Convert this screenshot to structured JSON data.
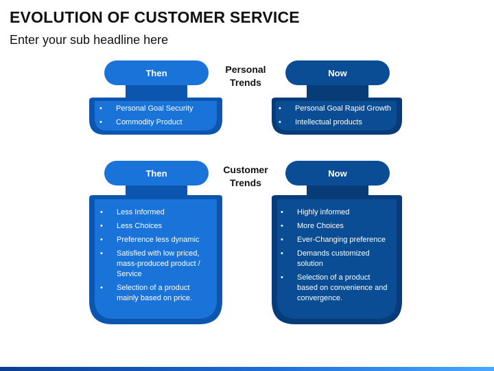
{
  "header": {
    "title": "EVOLUTION OF CUSTOMER SERVICE",
    "subtitle": "Enter your sub headline here"
  },
  "colors": {
    "then_fill": "#1a73d9",
    "then_edge": "#0d56b0",
    "now_fill": "#0a4d94",
    "now_edge": "#083c78",
    "footer": "#1e6fd9"
  },
  "sections": [
    {
      "label": "Personal Trends",
      "then": {
        "heading": "Then",
        "items": [
          "Personal Goal Security",
          "Commodity Product"
        ]
      },
      "now": {
        "heading": "Now",
        "items": [
          "Personal Goal Rapid Growth",
          "Intellectual products"
        ]
      }
    },
    {
      "label": "Customer Trends",
      "then": {
        "heading": "Then",
        "items": [
          "Less Informed",
          "Less Choices",
          "Preference less dynamic",
          "Satisfied with low priced, mass-produced product / Service",
          "Selection of a product mainly based on price."
        ]
      },
      "now": {
        "heading": "Now",
        "items": [
          "Highly informed",
          "More Choices",
          "Ever-Changing preference",
          "Demands customized solution",
          "Selection of a product based on convenience and convergence."
        ]
      }
    }
  ]
}
